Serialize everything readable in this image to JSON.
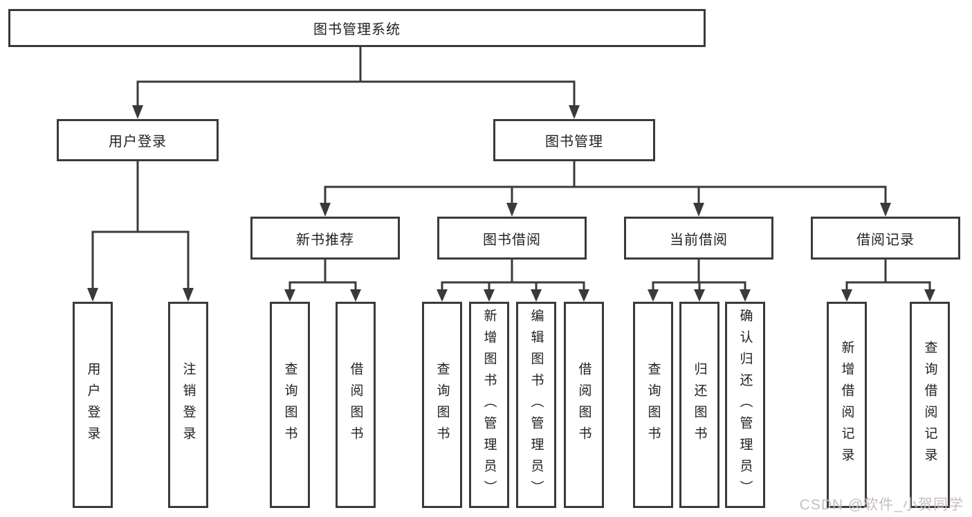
{
  "tree": {
    "root": {
      "label": "图书管理系统"
    },
    "branches": [
      {
        "label": "用户登录",
        "children": [
          {
            "label": "用户登录"
          },
          {
            "label": "注销登录"
          }
        ]
      },
      {
        "label": "图书管理",
        "children": [
          {
            "label": "新书推荐",
            "children": [
              {
                "label": "查询图书"
              },
              {
                "label": "借阅图书"
              }
            ]
          },
          {
            "label": "图书借阅",
            "children": [
              {
                "label": "查询图书"
              },
              {
                "label": "新增图书（管理员）"
              },
              {
                "label": "编辑图书（管理员）"
              },
              {
                "label": "借阅图书"
              }
            ]
          },
          {
            "label": "当前借阅",
            "children": [
              {
                "label": "查询图书"
              },
              {
                "label": "归还图书"
              },
              {
                "label": "确认归还（管理员）"
              }
            ]
          },
          {
            "label": "借阅记录",
            "children": [
              {
                "label": "新增借阅记录"
              },
              {
                "label": "查询借阅记录"
              }
            ]
          }
        ]
      }
    ]
  },
  "watermark": {
    "text": "CSDN @软件_小贺同学"
  },
  "colors": {
    "line": "#3a3a3a",
    "box_border": "#3a3a3a",
    "text": "#222222",
    "watermark": "#c6bebe",
    "background": "#ffffff"
  }
}
